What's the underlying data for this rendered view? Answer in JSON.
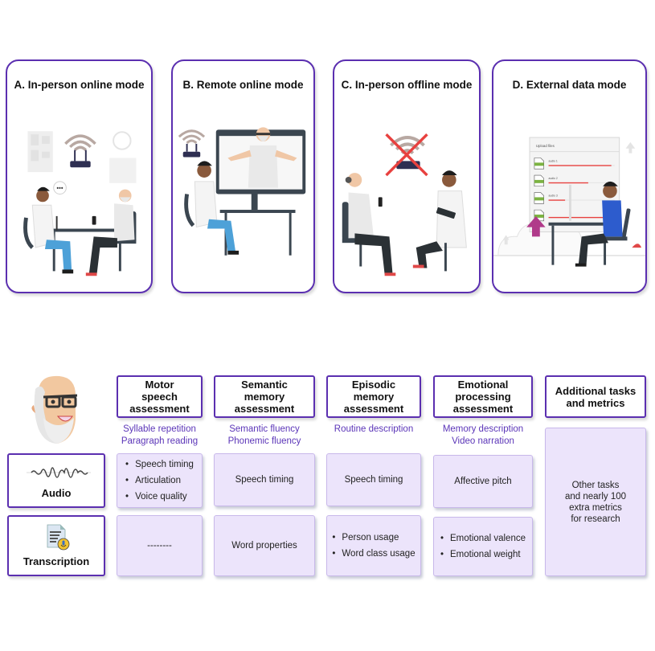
{
  "modes": [
    {
      "id": "A",
      "title": "A. In-person online mode",
      "scene": "clinician and patient at table with wifi router and smartphone recorder"
    },
    {
      "id": "B",
      "title": "B. Remote online mode",
      "scene": "clinician at computer on video call with patient, wifi router"
    },
    {
      "id": "C",
      "title": "C. In-person offline mode",
      "scene": "patient with headset and clinician with tablet, crossed-out wifi"
    },
    {
      "id": "D",
      "title": "D. External data mode",
      "scene": "person at desk uploading audio files to cloud"
    }
  ],
  "upload_panel": {
    "title": "Upload files",
    "files": [
      {
        "name": "audio 1",
        "progress": 0.95
      },
      {
        "name": "audio 2",
        "progress": 0.6
      },
      {
        "name": "audio 3",
        "progress": 0.25
      },
      {
        "name": "",
        "progress": 0.85
      }
    ]
  },
  "colors": {
    "accent_purple": "#5b2fb0",
    "task_text": "#5b35b8",
    "metric_fill": "#ece4fb",
    "cross_red": "#e8413f",
    "upload_arrow": "#b03a8a"
  },
  "assessments": [
    {
      "title": "Motor\nspeech\nassessment",
      "tasks": "Syllable repetition\nParagraph reading",
      "audio_metrics": [
        "Speech timing",
        "Articulation",
        "Voice quality"
      ],
      "transcription_metrics": "--------"
    },
    {
      "title": "Semantic\nmemory\nassessment",
      "tasks": "Semantic fluency\nPhonemic fluency",
      "audio_metrics": "Speech timing",
      "transcription_metrics": "Word properties"
    },
    {
      "title": "Episodic\nmemory\nassessment",
      "tasks": "Routine description",
      "audio_metrics": "Speech timing",
      "transcription_metrics": [
        "Person usage",
        "Word class usage"
      ]
    },
    {
      "title": "Emotional\nprocessing\nassessment",
      "tasks": "Memory description\nVideo narration",
      "audio_metrics": "Affective pitch",
      "transcription_metrics": [
        "Emotional valence",
        "Emotional weight"
      ]
    },
    {
      "title": "Additional tasks\nand metrics",
      "combined_metrics": "Other tasks\nand nearly 100\nextra metrics\nfor research"
    }
  ],
  "rows": {
    "audio": {
      "label": "Audio",
      "icon": "sound-wave-icon"
    },
    "transcription": {
      "label": "Transcription",
      "icon": "transcript-document-mic-icon"
    }
  },
  "avatar": {
    "icon": "elderly-man-glasses-icon"
  }
}
